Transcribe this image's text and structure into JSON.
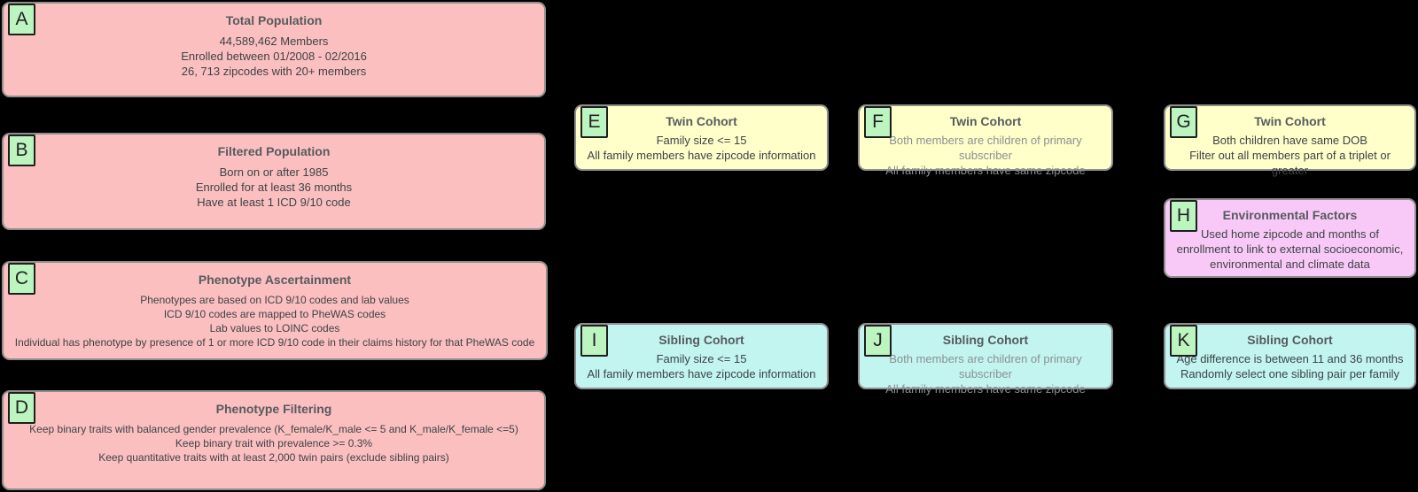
{
  "colors": {
    "background": "#000000",
    "population": "#FBBFBF",
    "twin": "#FFFFC9",
    "sibling": "#C2F4F0",
    "environment": "#F8C9F6",
    "label": "#BDF5C1",
    "border": "#8F8F8F",
    "title_text": "#565B5F",
    "body_text": "#3E4347",
    "muted_text": "#8C9092"
  },
  "nodes": [
    {
      "id": "A",
      "title": "Total Population",
      "lines": [
        "44,589,462 Members",
        "Enrolled between 01/2008 - 02/2016",
        "26, 713 zipcodes with 20+ members"
      ]
    },
    {
      "id": "B",
      "title": "Filtered Population",
      "lines": [
        "Born on or after 1985",
        "Enrolled for at least 36 months",
        "Have at least 1 ICD 9/10 code"
      ]
    },
    {
      "id": "C",
      "title": "Phenotype Ascertainment",
      "lines": [
        "Phenotypes are based on ICD 9/10 codes and lab values",
        "ICD 9/10 codes are mapped to PheWAS codes",
        "Lab values to LOINC codes",
        "Individual has phenotype by presence of 1 or more ICD 9/10 code in their claims history for that PheWAS code"
      ]
    },
    {
      "id": "D",
      "title": "Phenotype Filtering",
      "lines": [
        "Keep binary traits with balanced gender prevalence (K_female/K_male <= 5 and K_male/K_female <=5)",
        "Keep binary trait with prevalence >= 0.3%",
        "Keep quantitative traits with at least 2,000 twin pairs (exclude sibling pairs)"
      ]
    },
    {
      "id": "E",
      "title": "Twin Cohort",
      "lines": [
        "Family size <= 15",
        "All family members have zipcode information"
      ]
    },
    {
      "id": "F",
      "title": "Twin Cohort",
      "lines": [
        "Both members are children of primary subscriber",
        "All family members have same zipcode"
      ]
    },
    {
      "id": "G",
      "title": "Twin Cohort",
      "lines": [
        "Both children have same DOB",
        "Filter out all members part of a triplet or greater"
      ]
    },
    {
      "id": "H",
      "title": "Environmental Factors",
      "lines": [
        "Used home zipcode and months of enrollment to link to external socioeconomic, environmental and climate data"
      ]
    },
    {
      "id": "I",
      "title": "Sibling Cohort",
      "lines": [
        "Family size <= 15",
        "All family members have zipcode information"
      ]
    },
    {
      "id": "J",
      "title": "Sibling Cohort",
      "lines": [
        "Both members are children of primary subscriber",
        "All family members have same zipcode"
      ]
    },
    {
      "id": "K",
      "title": "Sibling Cohort",
      "lines": [
        "Age difference is between 11 and 36 months",
        "Randomly select one sibling pair per family"
      ]
    }
  ]
}
